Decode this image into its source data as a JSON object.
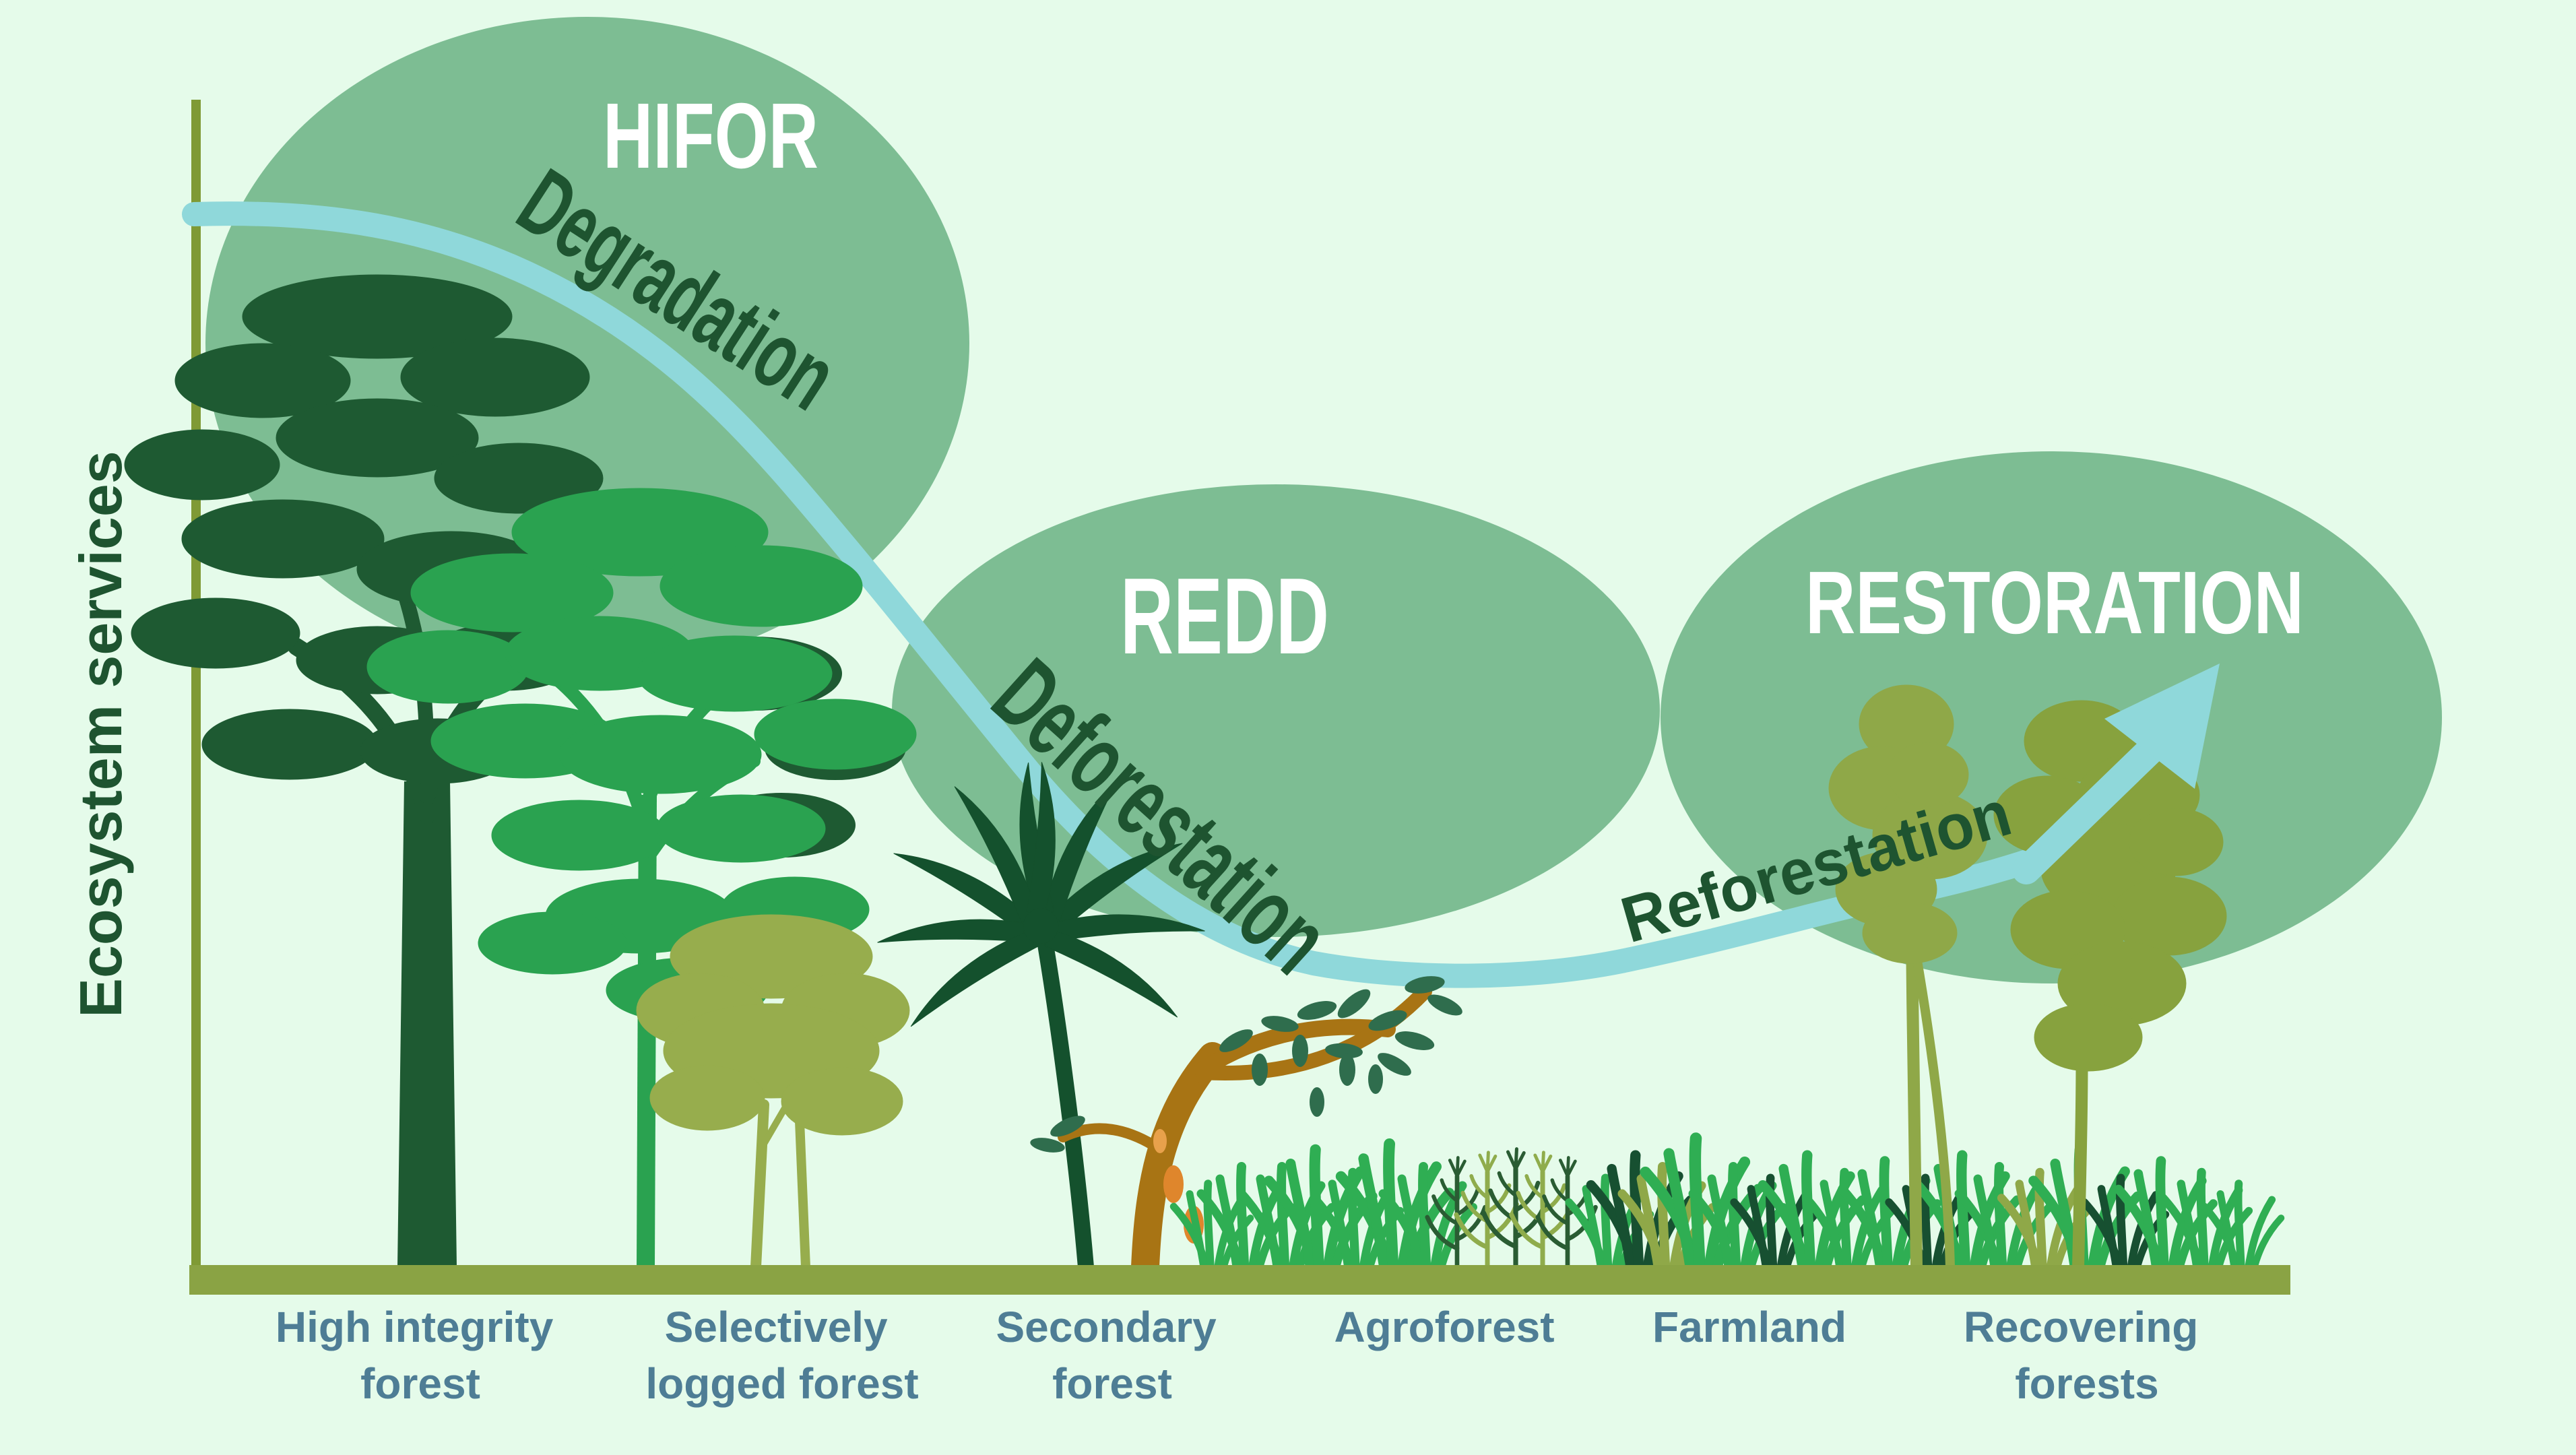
{
  "diagram": {
    "y_axis_label": "Ecosystem services",
    "bubbles": {
      "hifor": "HIFOR",
      "redd": "REDD",
      "restoration": "RESTORATION"
    },
    "transitions": {
      "degradation": "Degradation",
      "deforestation": "Deforestation",
      "reforestation": "Reforestation"
    },
    "categories": [
      {
        "id": "high-integrity-forest",
        "lines": [
          "High integrity",
          "forest"
        ]
      },
      {
        "id": "selectively-logged-forest",
        "lines": [
          "Selectively",
          "logged forest"
        ]
      },
      {
        "id": "secondary-forest",
        "lines": [
          "Secondary",
          "forest"
        ]
      },
      {
        "id": "agroforest",
        "lines": [
          "Agroforest"
        ]
      },
      {
        "id": "farmland",
        "lines": [
          "Farmland"
        ]
      },
      {
        "id": "recovering-forests",
        "lines": [
          "Recovering",
          "forests"
        ]
      }
    ],
    "colors": {
      "background": "#e5fbea",
      "bubble": "#7dbd93",
      "bubble_text": "#ffffff",
      "curve": "#8fd8da",
      "transition_text": "#1e5430",
      "x_axis": "#8aa344",
      "y_axis": "#7f9a35",
      "category_text": "#4e7d95",
      "dark_tree": "#1e5a32",
      "bright_tree": "#2aa250",
      "logged_tree": "#97ad4d",
      "palm_tree": "#14512d",
      "cacao_trunk": "#a87414",
      "cacao_leaf": "#2f6d4d",
      "pod_orange": "#df862c",
      "pod_orange_light": "#e8a14b",
      "grass": "#2fae53",
      "grass_dark": "#175031",
      "grass_olive": "#8fa848",
      "corn_dark": "#2a5c33",
      "corn_light": "#8fac4c",
      "recovering_tree_left": "#8fa848",
      "recovering_tree_right": "#87a23e"
    }
  }
}
